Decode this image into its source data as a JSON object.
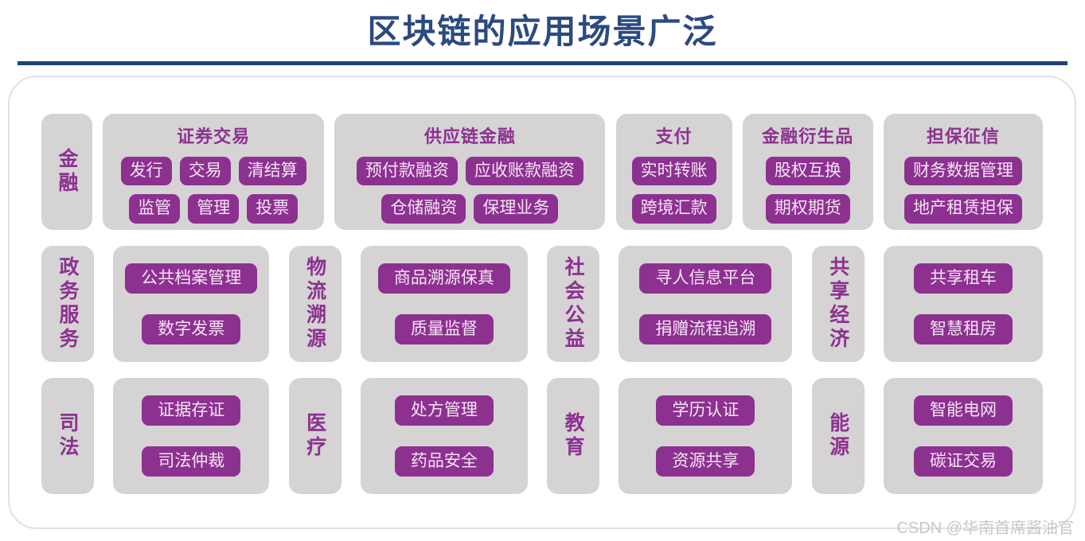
{
  "title": "区块链的应用场景广泛",
  "watermark": "CSDN @华南首席酱油官",
  "colors": {
    "title_blue": "#2b4a80",
    "rule_blue": "#1b4472",
    "accent_purple": "#8c3190",
    "panel_gray": "#d5d3d4",
    "badge_text": "#f6e4f6"
  },
  "rows": [
    {
      "sections": [
        {
          "type": "label",
          "text": "金融"
        },
        {
          "type": "group",
          "header": "证券交易",
          "badges": [
            [
              "发行",
              "交易",
              "清结算"
            ],
            [
              "监管",
              "管理",
              "投票"
            ]
          ]
        },
        {
          "type": "group",
          "header": "供应链金融",
          "badges": [
            [
              "预付款融资",
              "应收账款融资"
            ],
            [
              "仓储融资",
              "保理业务"
            ]
          ]
        },
        {
          "type": "group",
          "header": "支付",
          "badges": [
            [
              "实时转账"
            ],
            [
              "跨境汇款"
            ]
          ]
        },
        {
          "type": "group",
          "header": "金融衍生品",
          "badges": [
            [
              "股权互换"
            ],
            [
              "期权期货"
            ]
          ]
        },
        {
          "type": "group",
          "header": "担保征信",
          "badges": [
            [
              "财务数据管理"
            ],
            [
              "地产租赁担保"
            ]
          ]
        }
      ]
    },
    {
      "sections": [
        {
          "type": "label",
          "text": "政务服务"
        },
        {
          "type": "group",
          "header": "",
          "badges": [
            [
              "公共档案管理"
            ],
            [
              "数字发票"
            ]
          ]
        },
        {
          "type": "label",
          "text": "物流溯源"
        },
        {
          "type": "group",
          "header": "",
          "badges": [
            [
              "商品溯源保真"
            ],
            [
              "质量监督"
            ]
          ]
        },
        {
          "type": "label",
          "text": "社会公益"
        },
        {
          "type": "group",
          "header": "",
          "badges": [
            [
              "寻人信息平台"
            ],
            [
              "捐赠流程追溯"
            ]
          ]
        },
        {
          "type": "label",
          "text": "共享经济"
        },
        {
          "type": "group",
          "header": "",
          "badges": [
            [
              "共享租车"
            ],
            [
              "智慧租房"
            ]
          ]
        }
      ]
    },
    {
      "sections": [
        {
          "type": "label",
          "text": "司法"
        },
        {
          "type": "group",
          "header": "",
          "badges": [
            [
              "证据存证"
            ],
            [
              "司法仲裁"
            ]
          ]
        },
        {
          "type": "label",
          "text": "医疗"
        },
        {
          "type": "group",
          "header": "",
          "badges": [
            [
              "处方管理"
            ],
            [
              "药品安全"
            ]
          ]
        },
        {
          "type": "label",
          "text": "教育"
        },
        {
          "type": "group",
          "header": "",
          "badges": [
            [
              "学历认证"
            ],
            [
              "资源共享"
            ]
          ]
        },
        {
          "type": "label",
          "text": "能源"
        },
        {
          "type": "group",
          "header": "",
          "badges": [
            [
              "智能电网"
            ],
            [
              "碳证交易"
            ]
          ]
        }
      ]
    }
  ]
}
